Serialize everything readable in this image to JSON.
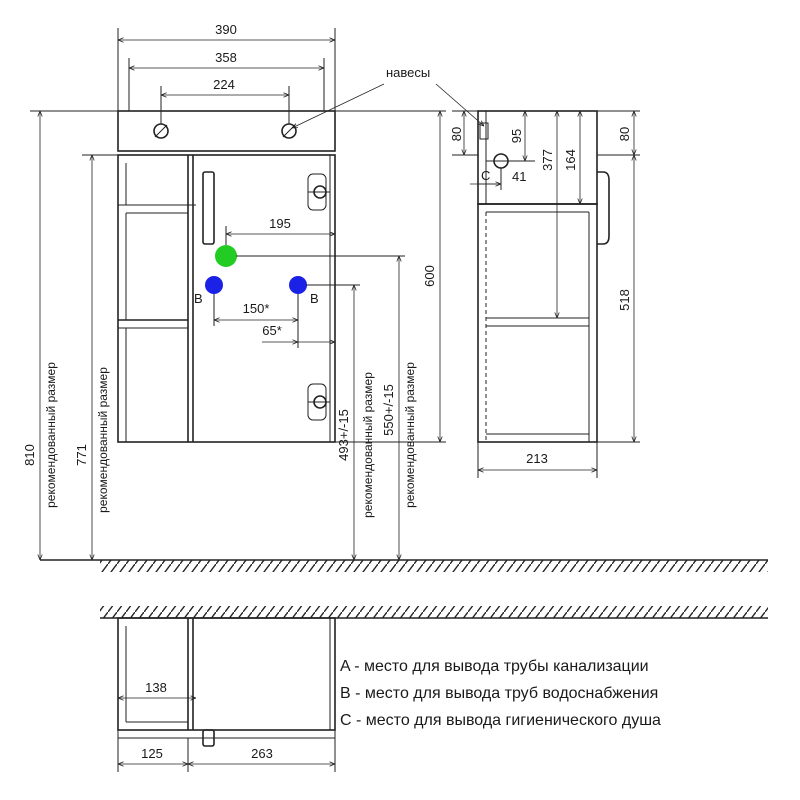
{
  "front": {
    "width_total": "390",
    "width_inner": "358",
    "mount_spacing": "224",
    "drain_offset": "195",
    "supply_spacing": "150*",
    "supply_offset": "65*",
    "height_cabinet": "600",
    "height_total": "810",
    "height_771": "771",
    "supply_height": "493+/-15",
    "drain_height": "550+/-15",
    "recommended": "рекомендованный размер",
    "label_b": "B"
  },
  "side": {
    "hanger_label": "навесы",
    "dim_80_left": "80",
    "dim_95": "95",
    "dim_377": "377",
    "dim_164": "164",
    "dim_41": "41",
    "label_c": "C",
    "dim_80_right": "80",
    "dim_518": "518",
    "depth": "213"
  },
  "plan": {
    "dim_138": "138",
    "dim_125": "125",
    "dim_263": "263"
  },
  "legend": [
    "A - место для вывода трубы канализации",
    "B - место для вывода труб водоснабжения",
    "C - место для вывода гигиенического душа"
  ],
  "colors": {
    "drain_marker": "#22cc22",
    "supply_marker": "#1a22e6",
    "line": "#222222"
  }
}
